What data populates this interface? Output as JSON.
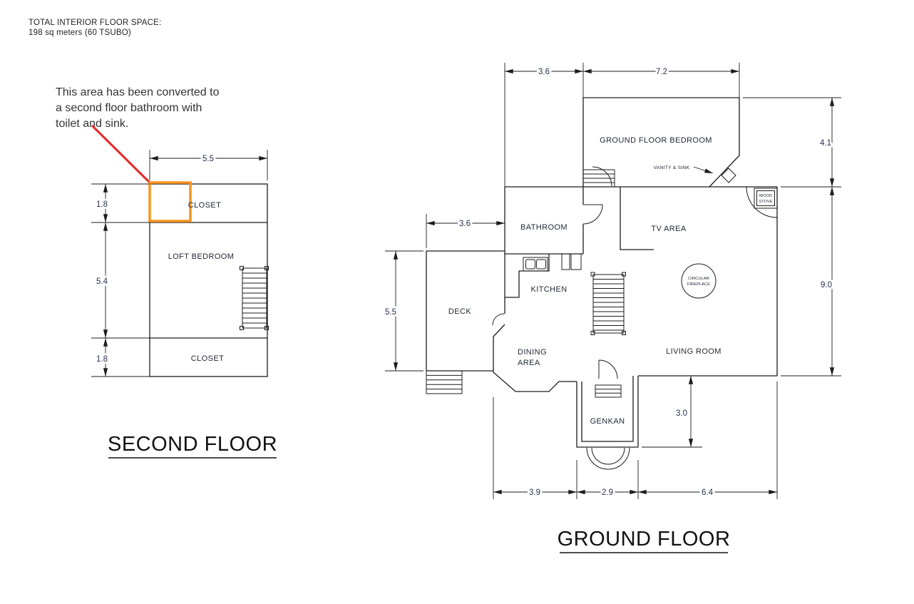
{
  "header": {
    "line1": "TOTAL INTERIOR FLOOR SPACE:",
    "line2": "198 sq meters (60 TSUBO)"
  },
  "annotation": {
    "line1": "This area has been converted to",
    "line2": "a second floor bathroom with",
    "line3": "toilet and sink."
  },
  "second_floor": {
    "title": "SECOND FLOOR",
    "rooms": {
      "closet_top": "CLOSET",
      "loft_bedroom": "LOFT BEDROOM",
      "closet_bottom": "CLOSET"
    },
    "dims": {
      "width": "5.5",
      "closet_top_height": "1.8",
      "loft_height": "5.4",
      "closet_bottom_height": "1.8"
    }
  },
  "ground_floor": {
    "title": "GROUND FLOOR",
    "rooms": {
      "bedroom": "GROUND FLOOR BEDROOM",
      "bathroom": "BATHROOM",
      "tv_area": "TV AREA",
      "kitchen": "KITCHEN",
      "deck": "DECK",
      "dining_line1": "DINING",
      "dining_line2": "AREA",
      "living_room": "LIVING ROOM",
      "genkan": "GENKAN"
    },
    "fixtures": {
      "vanity": "VANITY & SINK",
      "wood_stove_line1": "WOOD",
      "wood_stove_line2": "STOVE",
      "fireplace_line1": "CIRCULAR",
      "fireplace_line2": "FIREPLACE"
    },
    "dims": {
      "top_left": "3.6",
      "top_right": "7.2",
      "right_upper": "4.1",
      "right_lower": "9.0",
      "deck_width": "3.6",
      "deck_height": "5.5",
      "genkan_height": "3.0",
      "bottom_left": "3.9",
      "bottom_mid": "2.9",
      "bottom_right": "6.4"
    }
  },
  "colors": {
    "highlight_orange": "#F7941E",
    "callout_red": "#E03131",
    "line": "#1c1c1c",
    "dim_text": "#26324e"
  }
}
